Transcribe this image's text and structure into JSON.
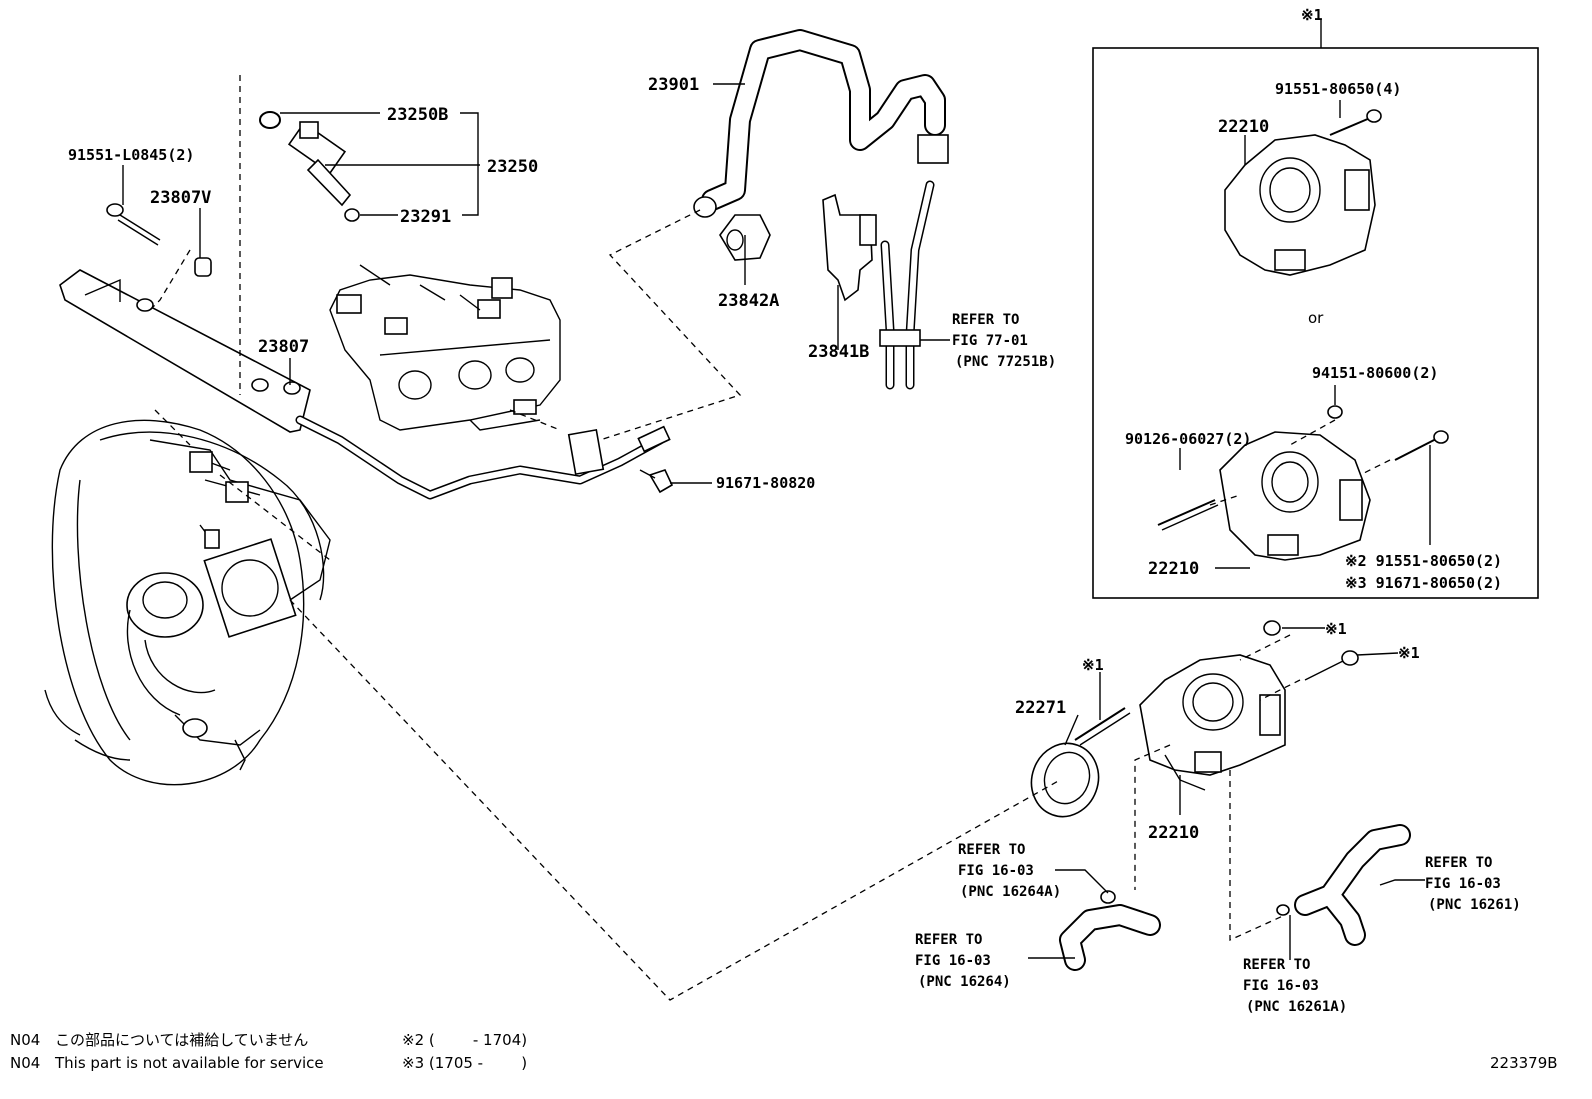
{
  "labels": {
    "p23250B": "23250B",
    "p23250": "23250",
    "p23291": "23291",
    "p91551L0845": "91551-L0845(2)",
    "p23807V": "23807V",
    "p23807": "23807",
    "p23901": "23901",
    "p23842A": "23842A",
    "p23841B": "23841B",
    "p91671_80820": "91671-80820",
    "p22271": "22271",
    "p22210_main": "22210",
    "box_mark": "※1",
    "box_91551_80650_4": "91551-80650(4)",
    "box_22210_a": "22210",
    "box_or": "or",
    "box_94151_80600": "94151-80600(2)",
    "box_90126_06027": "90126-06027(2)",
    "box_22210_b": "22210",
    "box_note2": "※2 91551-80650(2)",
    "box_note3": "※3 91671-80650(2)",
    "mark1_a": "※1",
    "mark1_b": "※1",
    "mark1_c": "※1"
  },
  "refs": {
    "r77_1": "REFER TO",
    "r77_2": "FIG 77-01",
    "r77_3": "(PNC 77251B)",
    "r16264A_1": "REFER TO",
    "r16264A_2": "FIG 16-03",
    "r16264A_3": "(PNC 16264A)",
    "r16264_1": "REFER TO",
    "r16264_2": "FIG 16-03",
    "r16264_3": "(PNC 16264)",
    "r16261_1": "REFER TO",
    "r16261_2": "FIG 16-03",
    "r16261_3": "(PNC 16261)",
    "r16261A_1": "REFER TO",
    "r16261A_2": "FIG 16-03",
    "r16261A_3": "(PNC 16261A)"
  },
  "footer": {
    "n04_code_1": "N04",
    "n04_jp": "この部品については補給していません",
    "n04_code_2": "N04",
    "n04_en": "This part is not available for service",
    "note2": "※2 (        - 1704)",
    "note3": "※3 (1705 -        )",
    "figure_id": "223379B"
  }
}
